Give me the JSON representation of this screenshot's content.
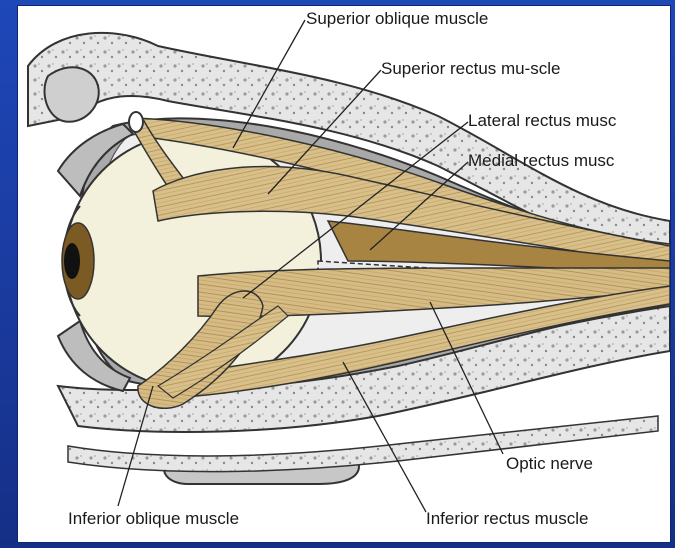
{
  "labels": {
    "superior_oblique": "Superior oblique muscle",
    "superior_rectus": "Superior rectus mu-scle",
    "lateral_rectus": "Lateral rectus musc",
    "medial_rectus": "Medial rectus musc",
    "optic_nerve": "Optic nerve",
    "inferior_oblique": "Inferior oblique muscle",
    "inferior_rectus": "Inferior rectus muscle"
  },
  "colors": {
    "background": "#1a3a9e",
    "muscle": "#d9c08a",
    "bone": "#d0d0d0",
    "sclera": "#f3f0dc",
    "iris": "#7b5a24"
  }
}
